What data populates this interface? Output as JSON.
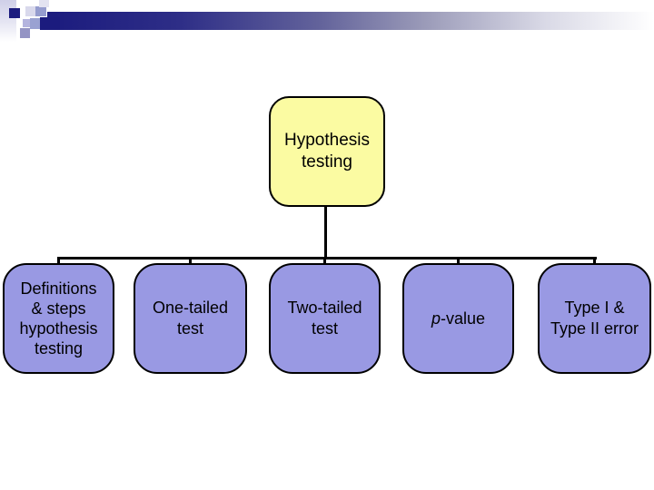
{
  "colors": {
    "root-fill": "#fbfba2",
    "child-fill": "#9999e3",
    "node-border": "#000000",
    "connector": "#000000",
    "text": "#000000",
    "bar-navy": "#1b1b7e"
  },
  "diagram": {
    "type": "hierarchy",
    "root": {
      "label": "Hypothesis testing",
      "lines": [
        "Hypothesis",
        "testing"
      ]
    },
    "children": [
      {
        "label": "Definitions & steps hypothesis testing",
        "lines": [
          "Definitions",
          "& steps",
          "hypothesis",
          "testing"
        ]
      },
      {
        "label": "One-tailed test",
        "lines": [
          "One-tailed",
          "test"
        ]
      },
      {
        "label": "Two-tailed test",
        "lines": [
          "Two-tailed",
          "test"
        ]
      },
      {
        "label": "p-value",
        "italic": "p",
        "rest": "-value"
      },
      {
        "label": "Type I & Type II error",
        "lines": [
          "Type I &",
          "Type II error"
        ]
      }
    ]
  }
}
